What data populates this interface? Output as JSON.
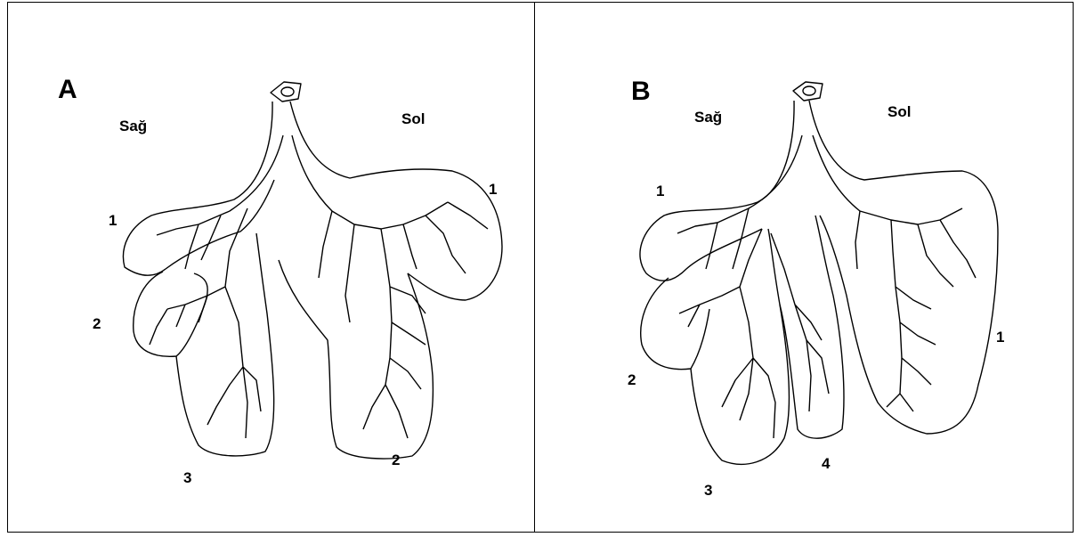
{
  "panels": [
    {
      "letter": "A",
      "right_label": "Sağ",
      "left_label": "Sol",
      "lobe_numbers": {
        "right_upper": "1",
        "right_middle": "2",
        "right_lower": "3",
        "left_upper": "1",
        "left_lower": "2"
      }
    },
    {
      "letter": "B",
      "right_label": "Sağ",
      "left_label": "Sol",
      "lobe_numbers": {
        "right_upper": "1",
        "right_middle": "2",
        "right_lower": "3",
        "right_accessory": "4",
        "left_lobe": "1"
      }
    }
  ],
  "colors": {
    "line": "#000000",
    "background": "#ffffff"
  }
}
